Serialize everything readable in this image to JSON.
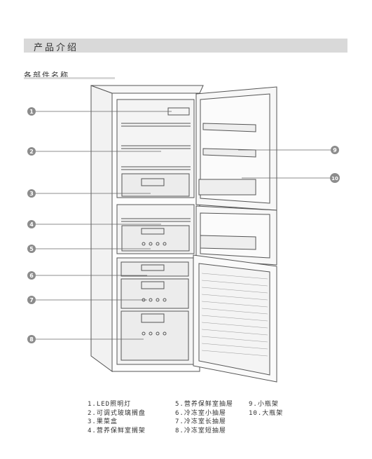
{
  "header": {
    "title": "产品介绍"
  },
  "section": {
    "title": "各部件名称"
  },
  "callouts": [
    "1",
    "2",
    "3",
    "4",
    "5",
    "6",
    "7",
    "8",
    "9",
    "10"
  ],
  "legend": {
    "col1": [
      "1.LED照明灯",
      "2.可调式玻璃搁盘",
      "3.果菜盒",
      "4.营养保鲜室搁架"
    ],
    "col2": [
      "5.营养保鲜室抽屉",
      "6.冷冻室小抽屉",
      "7.冷冻室长抽屉",
      "8.冷冻室短抽屉"
    ],
    "col3": [
      "9.小瓶架",
      "10.大瓶架"
    ]
  },
  "colors": {
    "line": "#555555",
    "callout": "#8c8c8c",
    "bar": "#d9d9d9"
  }
}
